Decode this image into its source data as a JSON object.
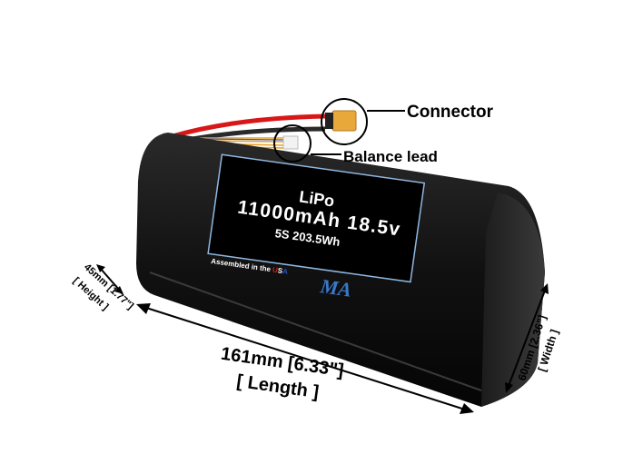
{
  "product": {
    "label_chemistry": "LiPo",
    "label_capacity_voltage": "11000mAh 18.5v",
    "label_config_energy": "5S 203.5Wh",
    "label_assembled_prefix": "Assembled in the ",
    "label_assembled_u": "U",
    "label_assembled_s": "S",
    "label_assembled_a": "A",
    "logo_text": "MA"
  },
  "callouts": {
    "connector": "Connector",
    "balance_lead": "Balance lead"
  },
  "dimensions": {
    "length_value": "161mm [6.33\"]",
    "length_label": "[ Length ]",
    "height_value": "45mm [1.77\"]",
    "height_label": "[ Height ]",
    "width_value": "60mm [2.36\"]",
    "width_label": "[ Width ]"
  },
  "colors": {
    "battery_body": "#141414",
    "label_border": "#8fb8e0",
    "connector_yellow": "#e8a93a",
    "wire_red": "#d81818",
    "logo_blue": "#3a78c8",
    "usa_red": "#d02020",
    "usa_blue": "#2850c0"
  }
}
